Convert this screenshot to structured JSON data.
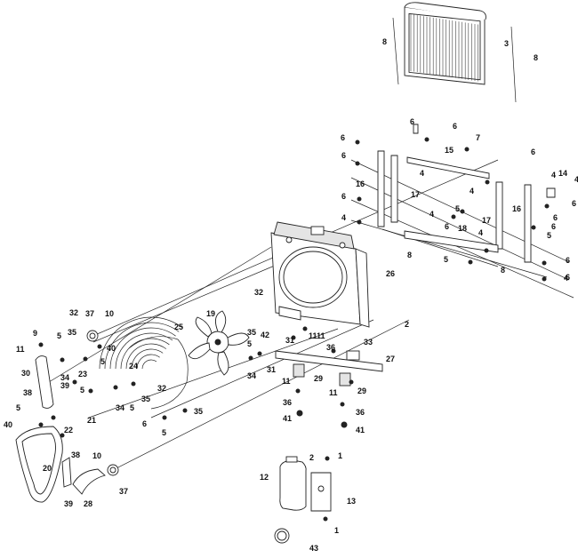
{
  "diagram": {
    "callouts": [
      {
        "id": "c1",
        "label": "8"
      },
      {
        "id": "c2",
        "label": "3"
      },
      {
        "id": "c3",
        "label": "8"
      },
      {
        "id": "c4",
        "label": "6"
      },
      {
        "id": "c5",
        "label": "6"
      },
      {
        "id": "c6",
        "label": "7"
      },
      {
        "id": "c7",
        "label": "6"
      },
      {
        "id": "c8",
        "label": "15"
      },
      {
        "id": "c9",
        "label": "6"
      },
      {
        "id": "c10",
        "label": "6"
      },
      {
        "id": "c11",
        "label": "4"
      },
      {
        "id": "c12",
        "label": "4"
      },
      {
        "id": "c13",
        "label": "14"
      },
      {
        "id": "c14",
        "label": "4"
      },
      {
        "id": "c15",
        "label": "16"
      },
      {
        "id": "c16",
        "label": "17"
      },
      {
        "id": "c17",
        "label": "6"
      },
      {
        "id": "c18",
        "label": "4"
      },
      {
        "id": "c19",
        "label": "6"
      },
      {
        "id": "c20",
        "label": "5"
      },
      {
        "id": "c21",
        "label": "4"
      },
      {
        "id": "c22",
        "label": "6"
      },
      {
        "id": "c23",
        "label": "4"
      },
      {
        "id": "c24",
        "label": "6"
      },
      {
        "id": "c25",
        "label": "17"
      },
      {
        "id": "c26",
        "label": "16"
      },
      {
        "id": "c27",
        "label": "6"
      },
      {
        "id": "c28",
        "label": "4"
      },
      {
        "id": "c29",
        "label": "5"
      },
      {
        "id": "c30",
        "label": "18"
      },
      {
        "id": "c31",
        "label": "8"
      },
      {
        "id": "c32",
        "label": "5"
      },
      {
        "id": "c33",
        "label": "6"
      },
      {
        "id": "c34",
        "label": "6"
      },
      {
        "id": "c35",
        "label": "8"
      },
      {
        "id": "c36",
        "label": "4"
      },
      {
        "id": "c37",
        "label": "26"
      },
      {
        "id": "c38",
        "label": "2"
      },
      {
        "id": "c39",
        "label": "32"
      },
      {
        "id": "c40",
        "label": "11"
      },
      {
        "id": "c41",
        "label": "32"
      },
      {
        "id": "c42",
        "label": "37"
      },
      {
        "id": "c43",
        "label": "10"
      },
      {
        "id": "c44",
        "label": "25"
      },
      {
        "id": "c45",
        "label": "19"
      },
      {
        "id": "c46",
        "label": "35"
      },
      {
        "id": "c47",
        "label": "42"
      },
      {
        "id": "c48",
        "label": "9"
      },
      {
        "id": "c49",
        "label": "5"
      },
      {
        "id": "c50",
        "label": "35"
      },
      {
        "id": "c51",
        "label": "11"
      },
      {
        "id": "c52",
        "label": "40"
      },
      {
        "id": "c53",
        "label": "5"
      },
      {
        "id": "c54",
        "label": "30"
      },
      {
        "id": "c55",
        "label": "34"
      },
      {
        "id": "c56",
        "label": "23"
      },
      {
        "id": "c57",
        "label": "24"
      },
      {
        "id": "c58",
        "label": "5"
      },
      {
        "id": "c59",
        "label": "32"
      },
      {
        "id": "c60",
        "label": "38"
      },
      {
        "id": "c61",
        "label": "39"
      },
      {
        "id": "c62",
        "label": "34"
      },
      {
        "id": "c63",
        "label": "35"
      },
      {
        "id": "c64",
        "label": "5"
      },
      {
        "id": "c65",
        "label": "21"
      },
      {
        "id": "c66",
        "label": "5"
      },
      {
        "id": "c67",
        "label": "22"
      },
      {
        "id": "c68",
        "label": "40"
      },
      {
        "id": "c69",
        "label": "6"
      },
      {
        "id": "c70",
        "label": "35"
      },
      {
        "id": "c71",
        "label": "5"
      },
      {
        "id": "c72",
        "label": "20"
      },
      {
        "id": "c73",
        "label": "38"
      },
      {
        "id": "c74",
        "label": "10"
      },
      {
        "id": "c75",
        "label": "39"
      },
      {
        "id": "c76",
        "label": "28"
      },
      {
        "id": "c77",
        "label": "37"
      },
      {
        "id": "c78",
        "label": "5"
      },
      {
        "id": "c79",
        "label": "34"
      },
      {
        "id": "c80",
        "label": "31"
      },
      {
        "id": "c81",
        "label": "36"
      },
      {
        "id": "c82",
        "label": "33"
      },
      {
        "id": "c83",
        "label": "27"
      },
      {
        "id": "c84",
        "label": "11"
      },
      {
        "id": "c85",
        "label": "29"
      },
      {
        "id": "c86",
        "label": "31"
      },
      {
        "id": "c87",
        "label": "11"
      },
      {
        "id": "c88",
        "label": "29"
      },
      {
        "id": "c89",
        "label": "36"
      },
      {
        "id": "c90",
        "label": "41"
      },
      {
        "id": "c91",
        "label": "36"
      },
      {
        "id": "c92",
        "label": "41"
      },
      {
        "id": "c93",
        "label": "12"
      },
      {
        "id": "c94",
        "label": "2"
      },
      {
        "id": "c95",
        "label": "1"
      },
      {
        "id": "c96",
        "label": "13"
      },
      {
        "id": "c97",
        "label": "1"
      },
      {
        "id": "c98",
        "label": "43"
      },
      {
        "id": "c99",
        "label": "11"
      }
    ]
  }
}
